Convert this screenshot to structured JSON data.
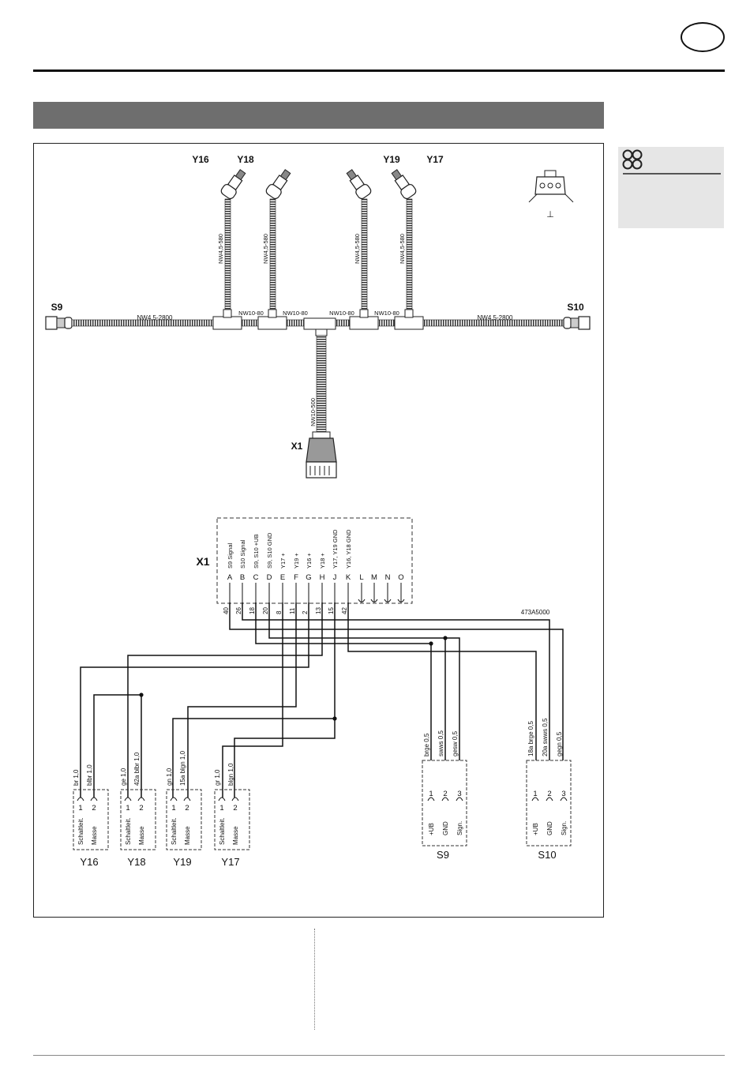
{
  "harness": {
    "valves": [
      "Y16",
      "Y18",
      "Y19",
      "Y17"
    ],
    "sensors": [
      "S9",
      "S10"
    ],
    "connector": "X1",
    "branch_hose": "NW4,5-580",
    "trunk_left": "NW4,5-2800",
    "trunk_right": "NW4,5-2800",
    "trunk_segments": [
      "NW10-80",
      "NW10-80",
      "NW10-80",
      "NW10-80"
    ],
    "drop_hose": "NW10-500",
    "ground_symbol": "⊥"
  },
  "x1": {
    "label": "X1",
    "pin_functions": [
      "S9 Signal",
      "S10 Signal",
      "S9, S10 +UB",
      "S9, S10 GND",
      "Y17 +",
      "Y19 +",
      "Y16 +",
      "Y18 +",
      "Y17, Y19 GND",
      "Y16, Y18 GND",
      "",
      "",
      "",
      "",
      ""
    ],
    "pins": [
      "A",
      "B",
      "C",
      "D",
      "E",
      "F",
      "G",
      "H",
      "J",
      "K",
      "L",
      "M",
      "N",
      "O"
    ],
    "wire_numbers": [
      "40",
      "26",
      "18",
      "20",
      "8",
      "11",
      "2",
      "13",
      "15",
      "42"
    ],
    "part_number": "473A5000"
  },
  "valve_blocks": [
    {
      "name": "Y16",
      "wires": [
        "br 1,0",
        "blbr 1,0"
      ],
      "pins": [
        "1",
        "2"
      ],
      "funcs": [
        "Schaltleit.",
        "Masse"
      ]
    },
    {
      "name": "Y18",
      "wires": [
        "ge 1,0",
        "42a  blbr 1,0"
      ],
      "pins": [
        "1",
        "2"
      ],
      "funcs": [
        "Schaltleit.",
        "Masse"
      ]
    },
    {
      "name": "Y19",
      "wires": [
        "gn 1,0",
        "15a  blgn 1,0"
      ],
      "pins": [
        "1",
        "2"
      ],
      "funcs": [
        "Schaltleit.",
        "Masse"
      ]
    },
    {
      "name": "Y17",
      "wires": [
        "gr 1,0",
        "blgn 1,0"
      ],
      "pins": [
        "1",
        "2"
      ],
      "funcs": [
        "Schaltleit.",
        "Masse"
      ]
    }
  ],
  "sensor_blocks": [
    {
      "name": "S9",
      "wires": [
        "brge 0,5",
        "swws 0,5",
        "gesw 0,5"
      ],
      "pins": [
        "1",
        "2",
        "3"
      ],
      "funcs": [
        "+UB",
        "GND",
        "Sign."
      ]
    },
    {
      "name": "S10",
      "wires": [
        "18a  brge 0,5",
        "20a  swws 0,5",
        "gegn 0,5"
      ],
      "pins": [
        "1",
        "2",
        "3"
      ],
      "funcs": [
        "+UB",
        "GND",
        "Sign."
      ]
    }
  ],
  "side_icon": "four-circles-icon"
}
